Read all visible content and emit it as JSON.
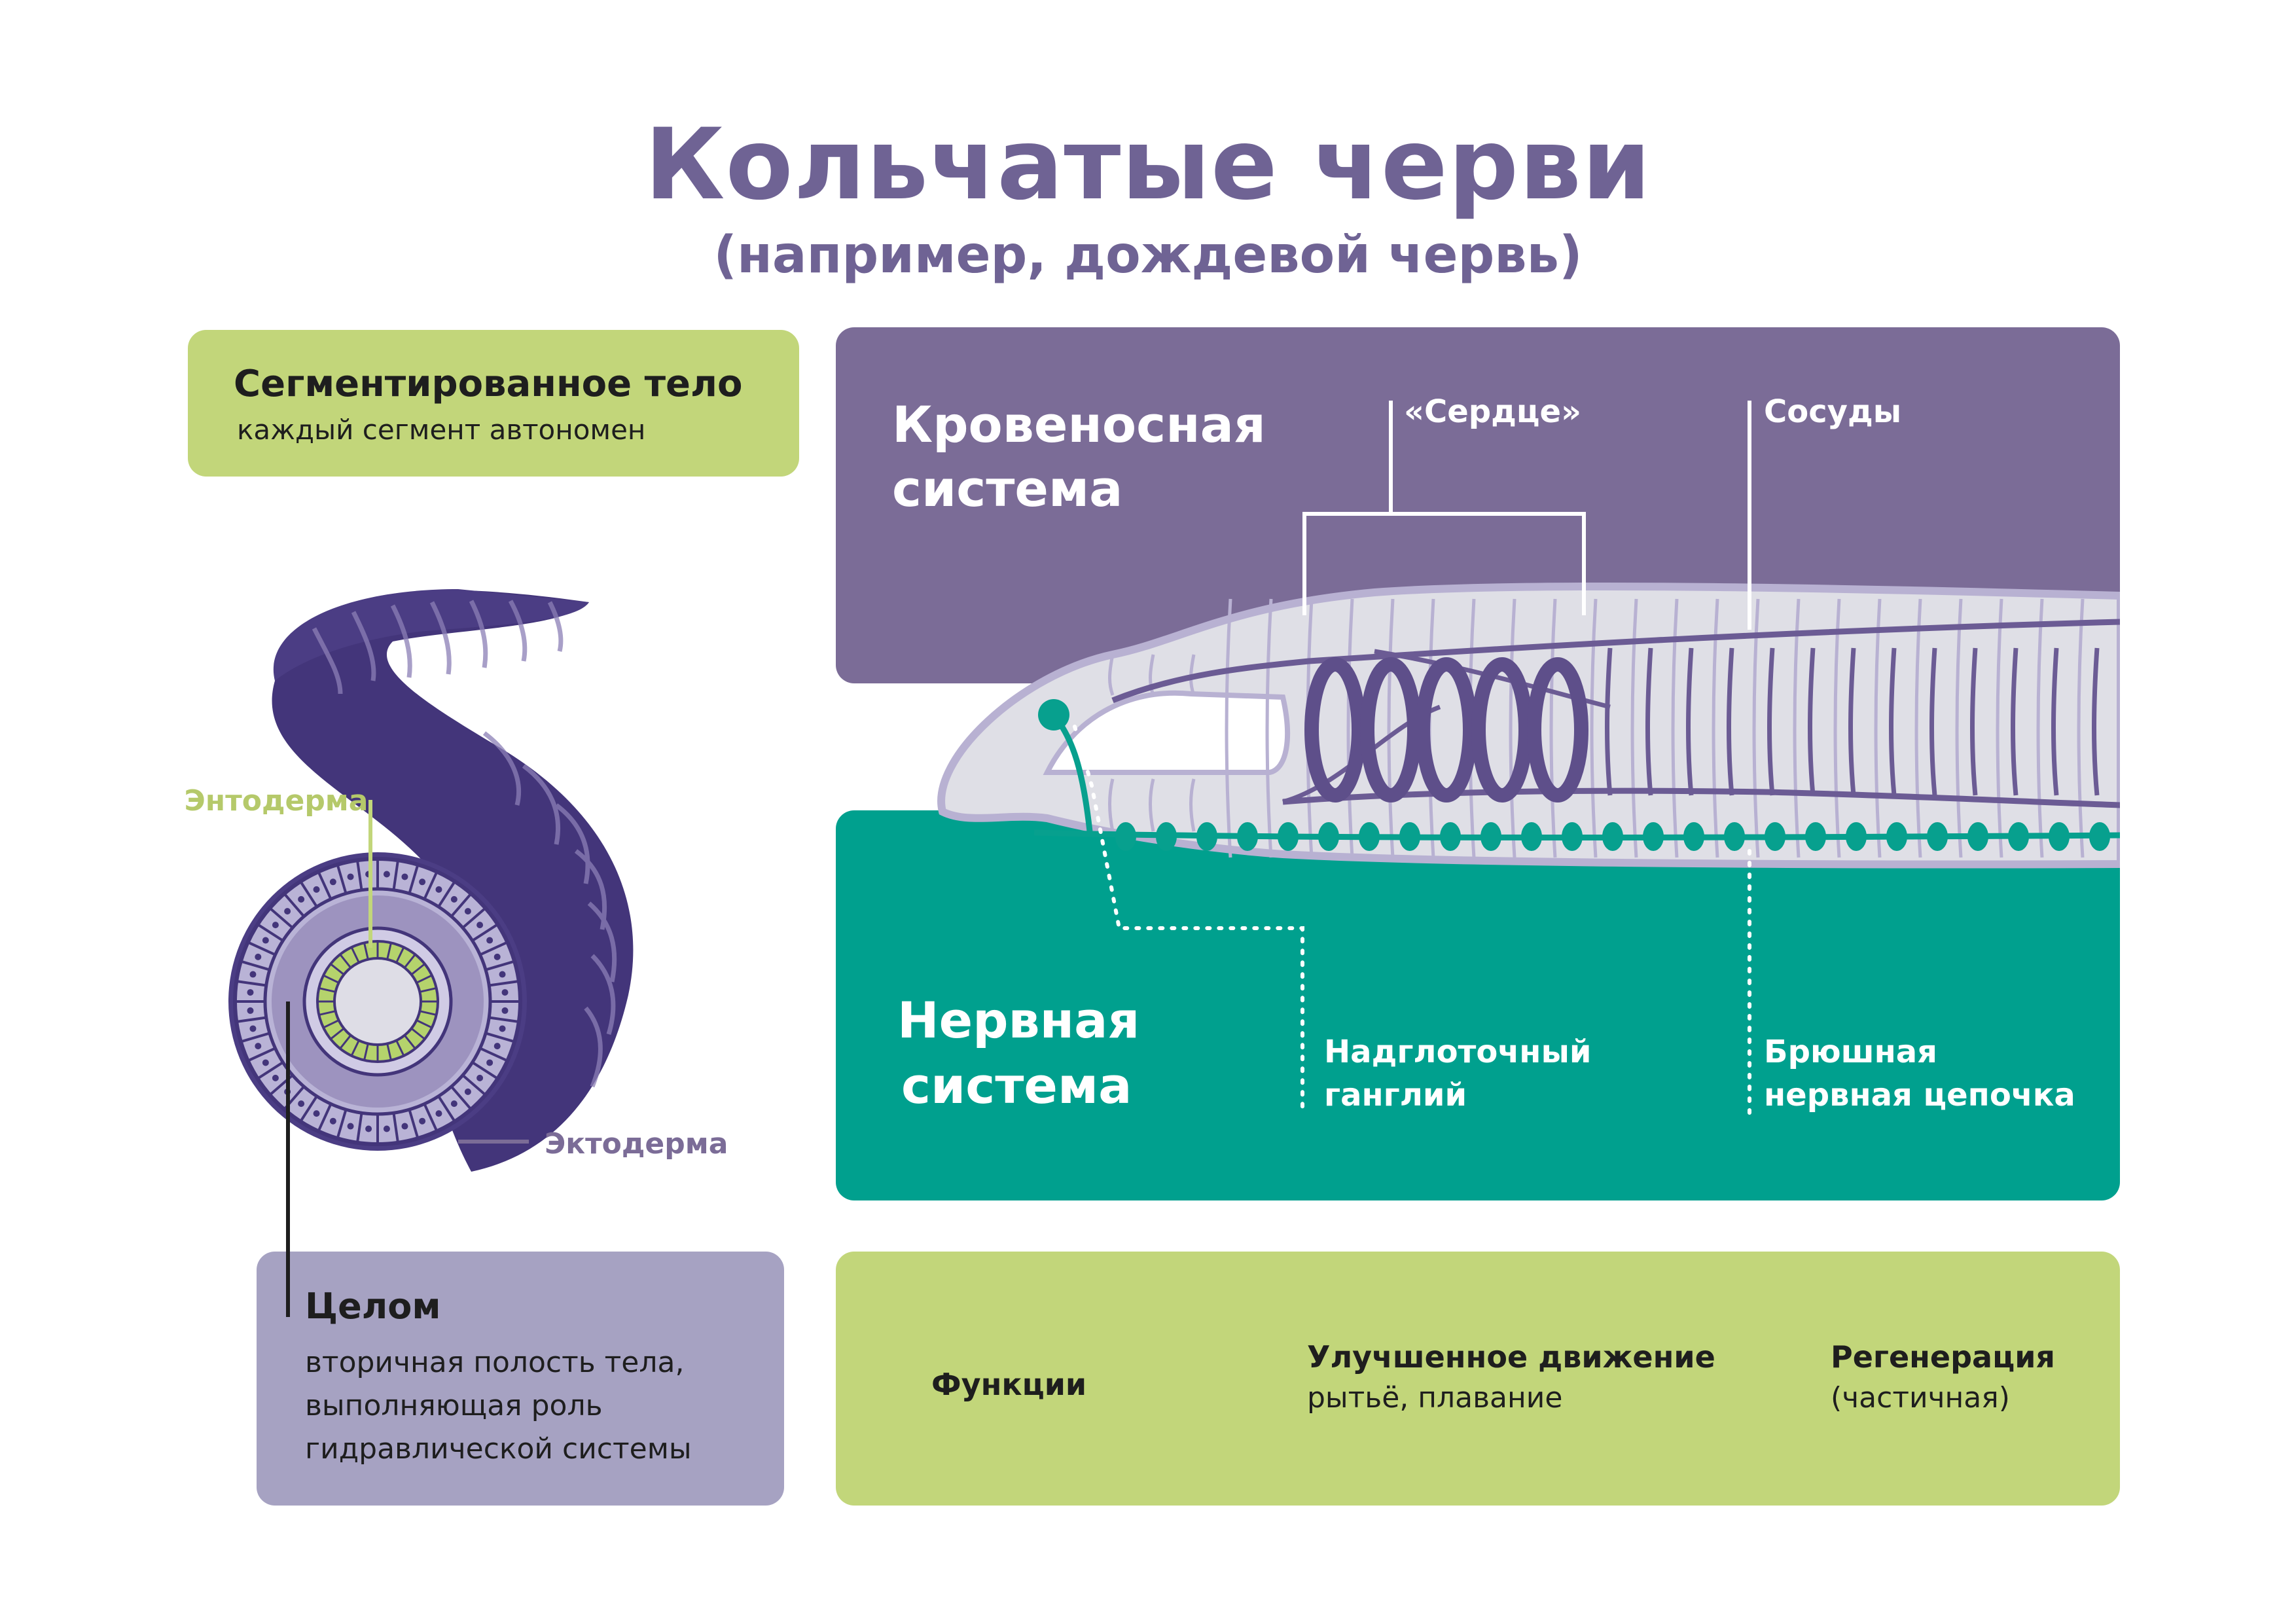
{
  "title": "Кольчатые черви",
  "subtitle": "(например, дождевой червь)",
  "segmented": {
    "title": "Сегментированное тело",
    "text": "каждый сегмент автономен"
  },
  "cross_section": {
    "endoderm": "Энтодерма",
    "ectoderm": "Эктодерма"
  },
  "coelom": {
    "title": "Целом",
    "lines": [
      "вторичная полость тела,",
      "выполняющая роль",
      "гидравлической системы"
    ]
  },
  "circulatory": {
    "title_lines": [
      "Кровеносная",
      "система"
    ],
    "heart_label": "«Сердце»",
    "vessels_label": "Сосуды"
  },
  "nervous": {
    "title_lines": [
      "Нервная",
      "система"
    ],
    "ganglion_lines": [
      "Надглоточный",
      "ганглий"
    ],
    "cord_lines": [
      "Брюшная",
      "нервная цепочка"
    ]
  },
  "functions": {
    "label": "Функции",
    "movement_title": "Улучшенное движение",
    "movement_text": "рытьё, плавание",
    "regen_title": "Регенерация",
    "regen_text": "(частичная)"
  },
  "colors": {
    "purple": "#7b6c97",
    "teal": "#00a08e",
    "green": "#c2d67a",
    "lilac": "#a6a2c2",
    "worm_dark": "#43357a",
    "title": "#6f6394"
  }
}
